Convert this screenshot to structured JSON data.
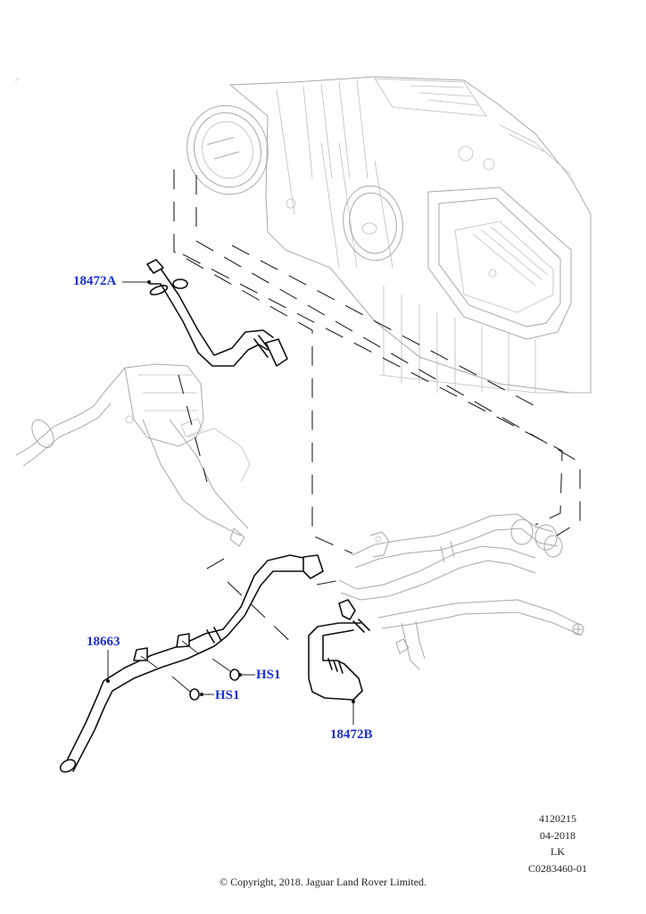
{
  "diagram": {
    "type": "exploded-parts-diagram",
    "subject": "Heater hoses and coolant pipe assembly",
    "callouts": [
      {
        "id": "18472A",
        "label": "18472A"
      },
      {
        "id": "18663",
        "label": "18663"
      },
      {
        "id": "HS1_upper",
        "label": "HS1"
      },
      {
        "id": "HS1_lower",
        "label": "HS1"
      },
      {
        "id": "18472B",
        "label": "18472B"
      }
    ],
    "components": [
      {
        "name": "heater-hvac-unit",
        "style": "ghost"
      },
      {
        "name": "water-pump-valve-assembly",
        "style": "ghost"
      },
      {
        "name": "engine-coolant-pipes",
        "style": "ghost"
      },
      {
        "name": "lower-coolant-tube",
        "style": "ghost"
      },
      {
        "name": "heater-hose-upper",
        "callout": "18472A",
        "style": "highlighted"
      },
      {
        "name": "heater-pipe",
        "callout": "18663",
        "style": "highlighted"
      },
      {
        "name": "bolt-upper",
        "callout": "HS1",
        "style": "highlighted"
      },
      {
        "name": "bolt-lower",
        "callout": "HS1",
        "style": "highlighted"
      },
      {
        "name": "heater-hose-lower",
        "callout": "18472B",
        "style": "highlighted"
      }
    ],
    "colors": {
      "callout_text": "#1a2fd6",
      "highlighted_part": "#111111",
      "context_part": "#a8a8a8",
      "background": "#ffffff"
    }
  },
  "reference": {
    "illustration_number": "4120215",
    "date": "04-2018",
    "author": "LK",
    "drawing_code": "C0283460-01"
  },
  "footer": {
    "copyright": "© Copyright, 2018. Jaguar Land Rover Limited."
  }
}
